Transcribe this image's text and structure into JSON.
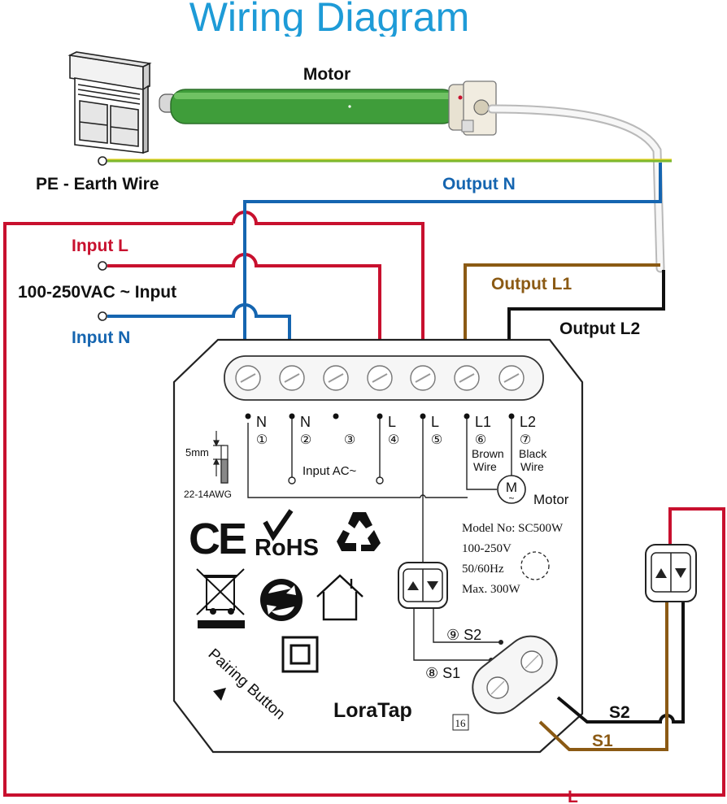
{
  "title": "Wiring Diagram",
  "motor_label": "Motor",
  "labels": {
    "pe": "PE - Earth Wire",
    "output_n": "Output N",
    "input_l": "Input L",
    "input_voltage": "100-250VAC ~ Input",
    "input_n": "Input N",
    "output_l1": "Output L1",
    "output_l2": "Output L2",
    "s1_wire": "S1",
    "s2_wire": "S2",
    "l_wire": "L"
  },
  "terminals": [
    {
      "letter": "N",
      "num": "①"
    },
    {
      "letter": "N",
      "num": "②"
    },
    {
      "letter": "",
      "num": "③"
    },
    {
      "letter": "L",
      "num": "④"
    },
    {
      "letter": "L",
      "num": "⑤"
    },
    {
      "letter": "L1",
      "num": "⑥"
    },
    {
      "letter": "L2",
      "num": "⑦"
    }
  ],
  "module": {
    "input_ac": "Input AC~",
    "brown_wire": [
      "Brown",
      "Wire"
    ],
    "black_wire": [
      "Black",
      "Wire"
    ],
    "motor_symbol": "M",
    "motor_tilde": "~",
    "motor_text": "Motor",
    "strip_length": "5mm",
    "awg": "22-14AWG",
    "specs": [
      "Model No: SC500W",
      "100-250V",
      "50/60Hz",
      "Max. 300W"
    ],
    "s2_label": "⑨ S2",
    "s1_label": "⑧ S1",
    "ce": "CE",
    "rohs": "RoHS",
    "brand": "LoraTap",
    "pairing_button": "Pairing Button",
    "mark_16": "16"
  },
  "colors": {
    "title_blue": "#1e9bd7",
    "red_wire": "#c8102e",
    "blue_wire": "#1565b0",
    "brown_wire": "#8b5a14",
    "black_wire": "#111111",
    "earth_green": "#7cb82f",
    "earth_yellow": "#e8d21c",
    "motor_green": "#3f9d3a"
  }
}
